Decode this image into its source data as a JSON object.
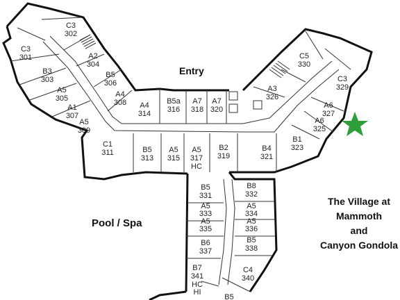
{
  "labels": {
    "entry": "Entry",
    "pool_spa": "Pool / Spa",
    "village": [
      "The Village at",
      "Mammoth",
      "and",
      "Canyon Gondola"
    ]
  },
  "units": [
    {
      "type": "C3",
      "number": "302"
    },
    {
      "type": "C3",
      "number": "301"
    },
    {
      "type": "A2",
      "number": "304"
    },
    {
      "type": "B3",
      "number": "303"
    },
    {
      "type": "B5",
      "number": "306"
    },
    {
      "type": "A5",
      "number": "305"
    },
    {
      "type": "A4",
      "number": "308"
    },
    {
      "type": "A1",
      "number": "307"
    },
    {
      "type": "A5",
      "number": "309"
    },
    {
      "type": "C1",
      "number": "311"
    },
    {
      "type": "A4",
      "number": "314"
    },
    {
      "type": "B5a",
      "number": "316"
    },
    {
      "type": "A7",
      "number": "318"
    },
    {
      "type": "A7",
      "number": "320"
    },
    {
      "type": "B5",
      "number": "313"
    },
    {
      "type": "A5",
      "number": "315"
    },
    {
      "type": "A5",
      "number": "317",
      "extra": "HC"
    },
    {
      "type": "B2",
      "number": "319"
    },
    {
      "type": "B4",
      "number": "321"
    },
    {
      "type": "B1",
      "number": "323"
    },
    {
      "type": "A3",
      "number": "326"
    },
    {
      "type": "A6",
      "number": "327"
    },
    {
      "type": "A6",
      "number": "325"
    },
    {
      "type": "C5",
      "number": "330"
    },
    {
      "type": "C3",
      "number": "329"
    },
    {
      "type": "B5",
      "number": "331"
    },
    {
      "type": "B8",
      "number": "332"
    },
    {
      "type": "A5",
      "number": "333"
    },
    {
      "type": "A5",
      "number": "334"
    },
    {
      "type": "A5",
      "number": "335"
    },
    {
      "type": "A5",
      "number": "336"
    },
    {
      "type": "B6",
      "number": "337"
    },
    {
      "type": "B5",
      "number": "338"
    },
    {
      "type": "B7",
      "number": "341",
      "extra": "HC",
      "extra2": "HI"
    },
    {
      "type": "C4",
      "number": "340"
    },
    {
      "type": "B5",
      "number": ""
    }
  ],
  "marker": {
    "icon": "star-icon",
    "color": "#2e9e3a"
  },
  "colors": {
    "wall": "#111111",
    "line": "#333333"
  }
}
